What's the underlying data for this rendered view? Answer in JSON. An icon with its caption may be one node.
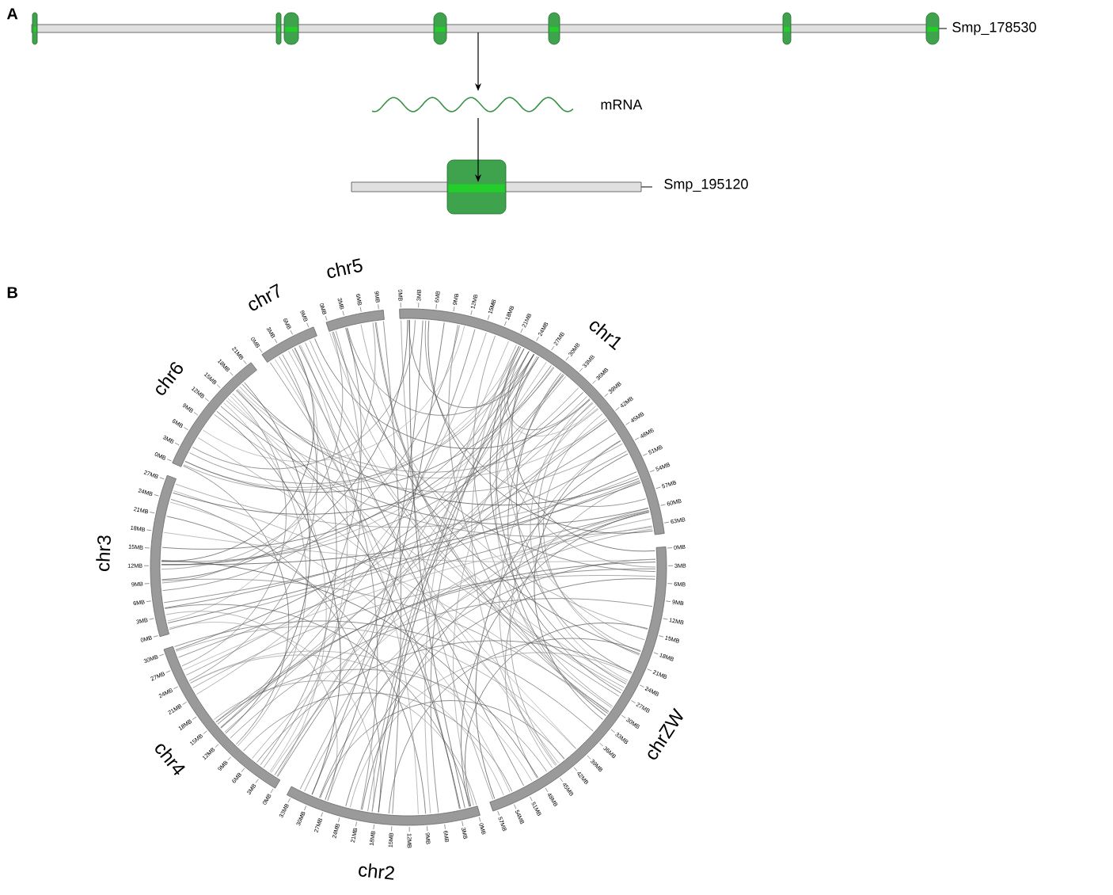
{
  "diagram": {
    "nodes": [
      {
        "text": [],
        "shape": "bar",
        "beside": [
          "Smp_178530"
        ]
      },
      {
        "text": [],
        "shape": "wave",
        "beside": [
          "mRNA"
        ]
      },
      {
        "text": [],
        "shape": "bar",
        "beside": [
          "Smp_195120"
        ]
      }
    ],
    "edges": [
      {
        "from": 0,
        "to": 1,
        "arrow": "to"
      },
      {
        "from": 1,
        "to": 2,
        "arrow": "to"
      }
    ],
    "labels": [
      "A",
      "B",
      "chr1",
      "0MB",
      "3MB",
      "6MB",
      "9MB",
      "12MB",
      "15MB",
      "18MB",
      "21MB",
      "24MB",
      "27MB",
      "30MB",
      "33MB",
      "36MB",
      "39MB",
      "42MB",
      "45MB",
      "48MB",
      "51MB",
      "54MB",
      "57MB",
      "60MB",
      "63MB",
      "chrZW",
      "0MB",
      "3MB",
      "6MB",
      "9MB",
      "12MB",
      "15MB",
      "18MB",
      "21MB",
      "24MB",
      "27MB",
      "30MB",
      "33MB",
      "36MB",
      "39MB",
      "42MB",
      "45MB",
      "48MB",
      "51MB",
      "54MB",
      "57MB",
      "chr2",
      "0MB",
      "3MB",
      "6MB",
      "9MB",
      "12MB",
      "15MB",
      "18MB",
      "21MB",
      "24MB",
      "27MB",
      "30MB",
      "33MB",
      "chr4",
      "0MB",
      "3MB",
      "6MB",
      "9MB",
      "12MB",
      "15MB",
      "18MB",
      "21MB",
      "24MB",
      "27MB",
      "30MB",
      "chr3",
      "0MB",
      "3MB",
      "6MB",
      "9MB",
      "12MB",
      "15MB",
      "18MB",
      "21MB",
      "24MB",
      "27MB",
      "chr6",
      "0MB",
      "3MB",
      "6MB",
      "9MB",
      "12MB",
      "15MB",
      "18MB",
      "21MB",
      "chr7",
      "0MB",
      "3MB",
      "6MB",
      "9MB",
      "chr5",
      "0MB",
      "3MB",
      "6MB",
      "9MB"
    ]
  }
}
